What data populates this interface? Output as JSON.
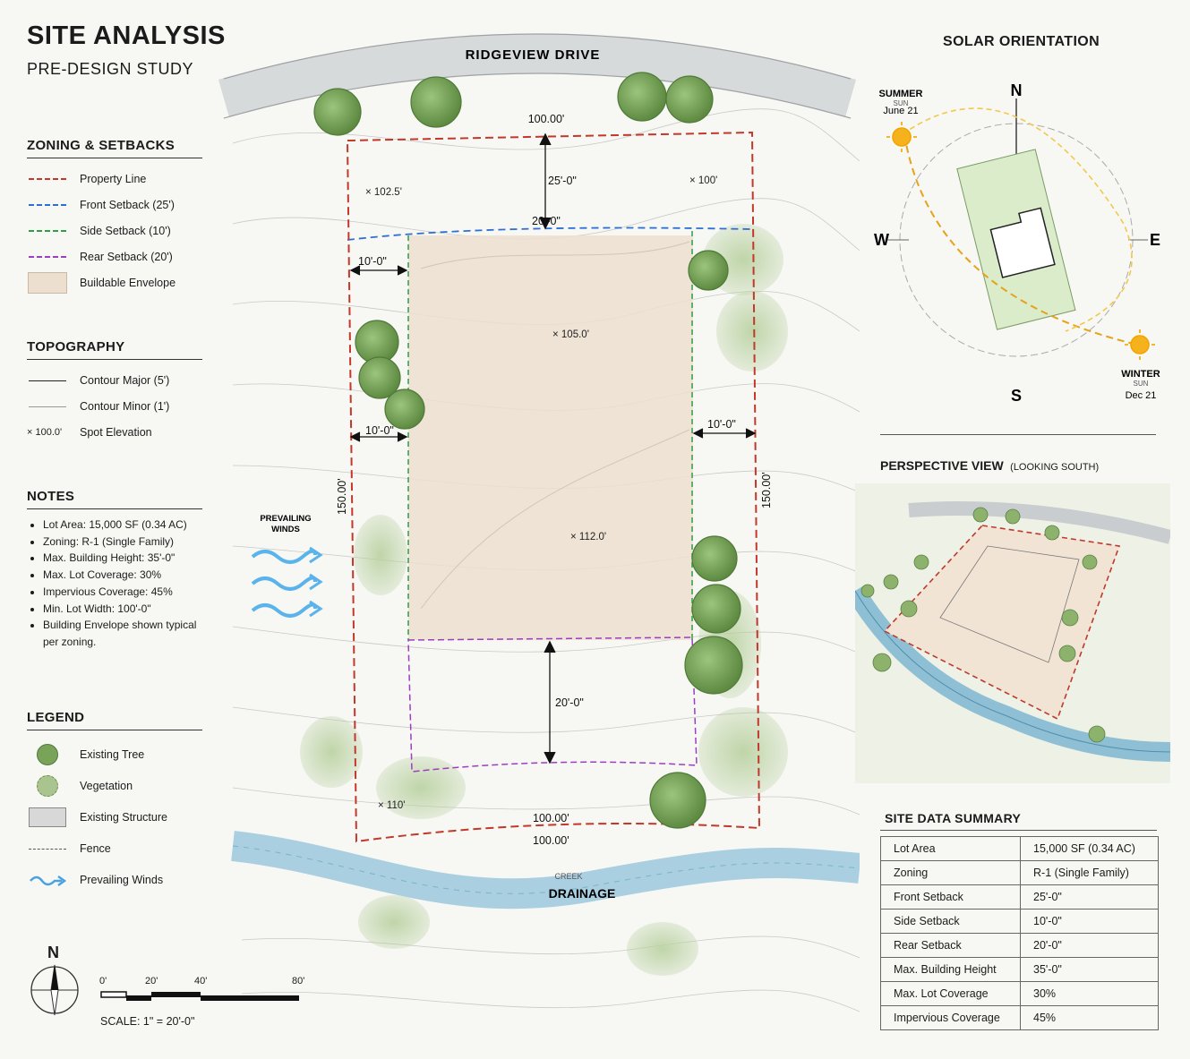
{
  "header": {
    "title": "SITE ANALYSIS",
    "subtitle": "PRE-DESIGN STUDY"
  },
  "zoning": {
    "heading": "ZONING & SETBACKS",
    "items": [
      {
        "label": "Property Line",
        "color": "#c0392b"
      },
      {
        "label": "Front Setback (25')",
        "color": "#2f6fd1"
      },
      {
        "label": "Side Setback (10')",
        "color": "#2e9e47"
      },
      {
        "label": "Rear Setback (20')",
        "color": "#9b3fc0"
      },
      {
        "label": "Buildable Envelope",
        "color": "#ecdfcf"
      }
    ]
  },
  "topography": {
    "heading": "TOPOGRAPHY",
    "items": [
      {
        "label": "Contour Major (5')"
      },
      {
        "label": "Contour Minor (1')"
      },
      {
        "label": "Spot Elevation",
        "symbol": "× 100.0'"
      }
    ]
  },
  "notes": {
    "heading": "NOTES",
    "items": [
      "Lot Area: 15,000 SF (0.34 AC)",
      "Zoning: R-1 (Single Family)",
      "Max. Building Height: 35'-0\"",
      "Max. Lot Coverage: 30%",
      "Impervious Coverage: 45%",
      "Min. Lot Width: 100'-0\"",
      "Building Envelope shown typical per zoning."
    ]
  },
  "legend": {
    "heading": "LEGEND",
    "items": [
      {
        "label": "Existing Tree",
        "icon": "tree-icon"
      },
      {
        "label": "Vegetation",
        "icon": "vegetation-icon"
      },
      {
        "label": "Existing Structure",
        "icon": "structure-icon"
      },
      {
        "label": "Fence",
        "icon": "fence-icon"
      },
      {
        "label": "Prevailing Winds",
        "icon": "wind-icon"
      }
    ]
  },
  "north": {
    "label": "N"
  },
  "scale": {
    "ticks": [
      "0'",
      "20'",
      "40'",
      "80'"
    ],
    "label": "SCALE: 1\" = 20'-0\""
  },
  "site_plan": {
    "street": "RIDGEVIEW DRIVE",
    "drainage": "DRAINAGE",
    "drainage_prefix": "CREEK",
    "winds_label_1": "PREVAILING",
    "winds_label_2": "WINDS",
    "dims": {
      "top": "100.00'",
      "bottom_inner": "100.00'",
      "bottom_outer": "100.00'",
      "left": "150.00'",
      "right": "150.00'",
      "front": "25'-0\"",
      "rear": "20'-0\"",
      "side_left": "10'-0\"",
      "side_right": "10'-0\"",
      "side_left_top": "10'-0\"",
      "front_label_2": "20'-0\""
    },
    "spots": [
      "× 102.5'",
      "× 100'",
      "× 105.0'",
      "× 112.0'",
      "× 110'"
    ]
  },
  "solar": {
    "heading": "SOLAR ORIENTATION",
    "n": "N",
    "s": "S",
    "e": "E",
    "w": "W",
    "summer": "SUMMER",
    "summer_sub": "SUN",
    "summer_date": "June 21",
    "winter": "WINTER",
    "winter_sub": "SUN",
    "winter_date": "Dec 21"
  },
  "perspective": {
    "heading": "PERSPECTIVE VIEW",
    "sub": "(LOOKING SOUTH)"
  },
  "site_data": {
    "heading": "SITE DATA SUMMARY",
    "rows": [
      [
        "Lot Area",
        "15,000 SF (0.34 AC)"
      ],
      [
        "Zoning",
        "R-1 (Single Family)"
      ],
      [
        "Front Setback",
        "25'-0\""
      ],
      [
        "Side Setback",
        "10'-0\""
      ],
      [
        "Rear Setback",
        "20'-0\""
      ],
      [
        "Max. Building Height",
        "35'-0\""
      ],
      [
        "Max. Lot Coverage",
        "30%"
      ],
      [
        "Impervious Coverage",
        "45%"
      ]
    ]
  }
}
